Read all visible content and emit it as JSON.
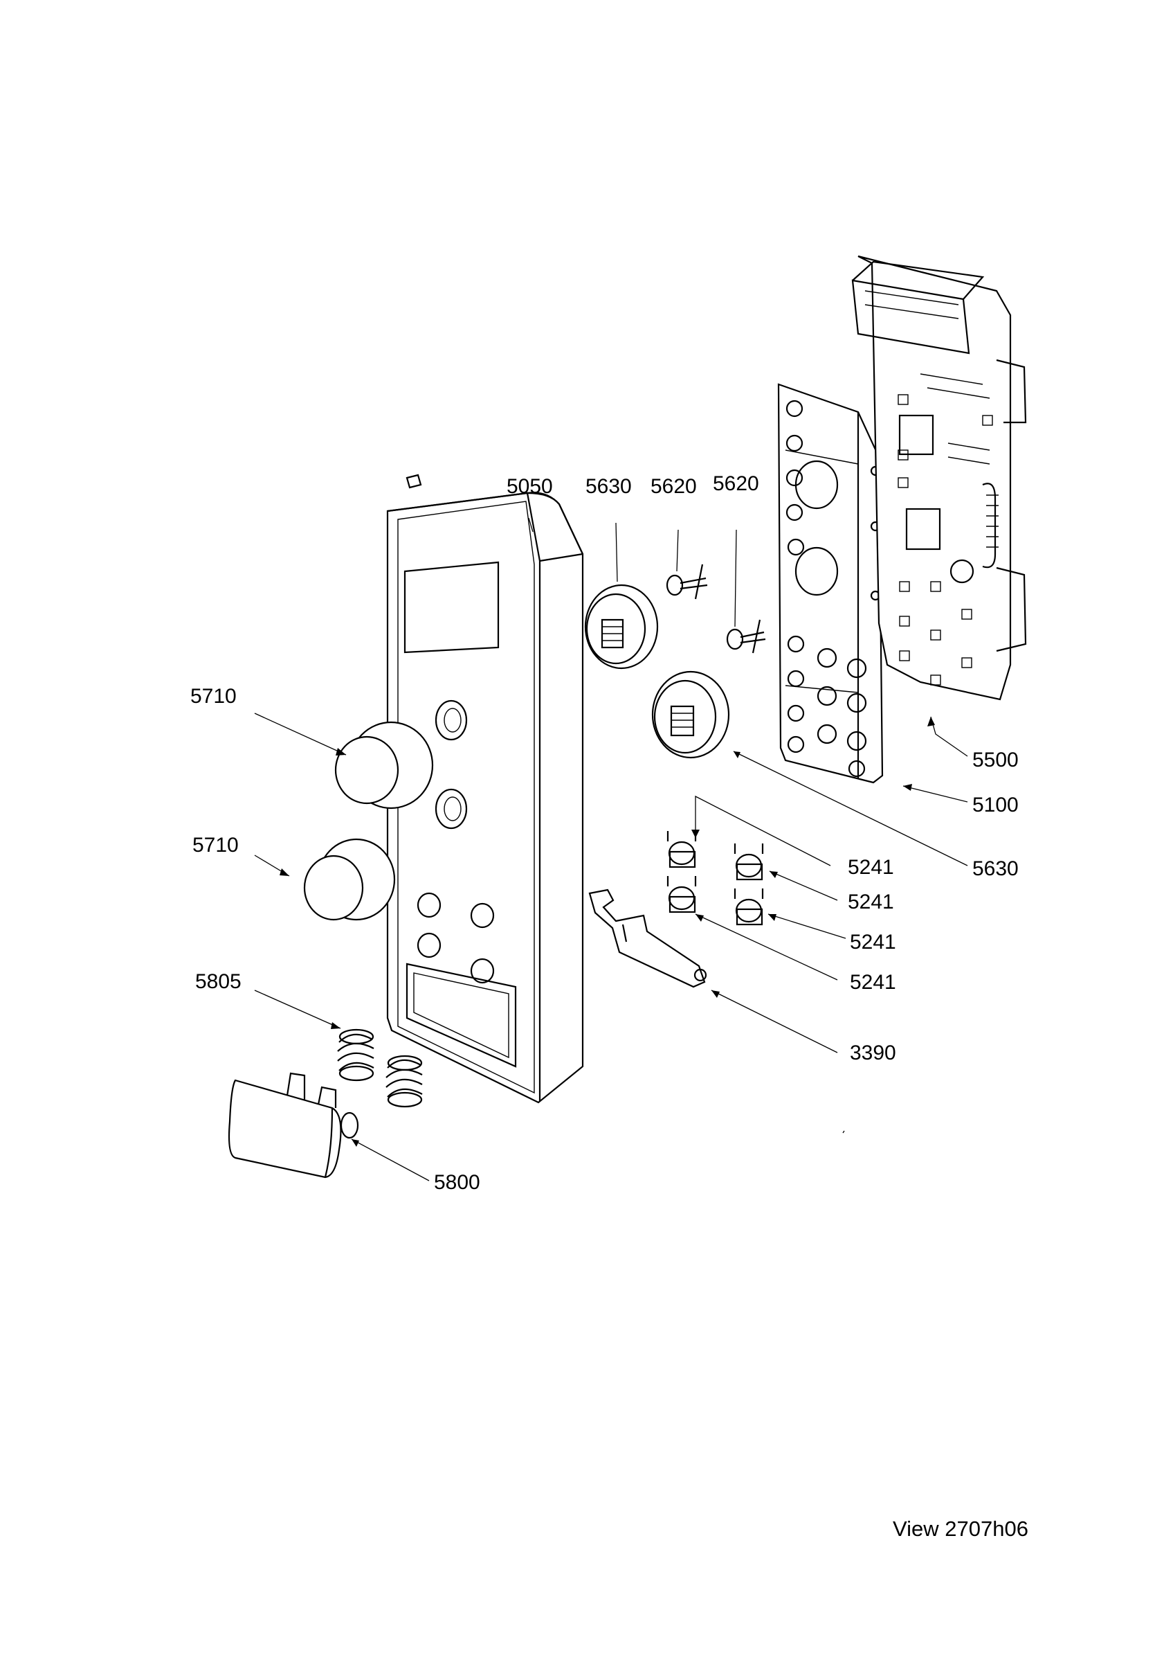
{
  "view_label": "View 2707h06",
  "labels": {
    "panel": "5050",
    "encoder_upper": "5630",
    "clip_a": "5620",
    "clip_b": "5620",
    "knob_upper": "5710",
    "knob_lower": "5710",
    "pcb": "5500",
    "keypad": "5100",
    "encoder_lower": "5630",
    "switch_1": "5241",
    "switch_2": "5241",
    "switch_3": "5241",
    "switch_4": "5241",
    "spring": "5805",
    "lever": "3390",
    "button": "5800"
  }
}
